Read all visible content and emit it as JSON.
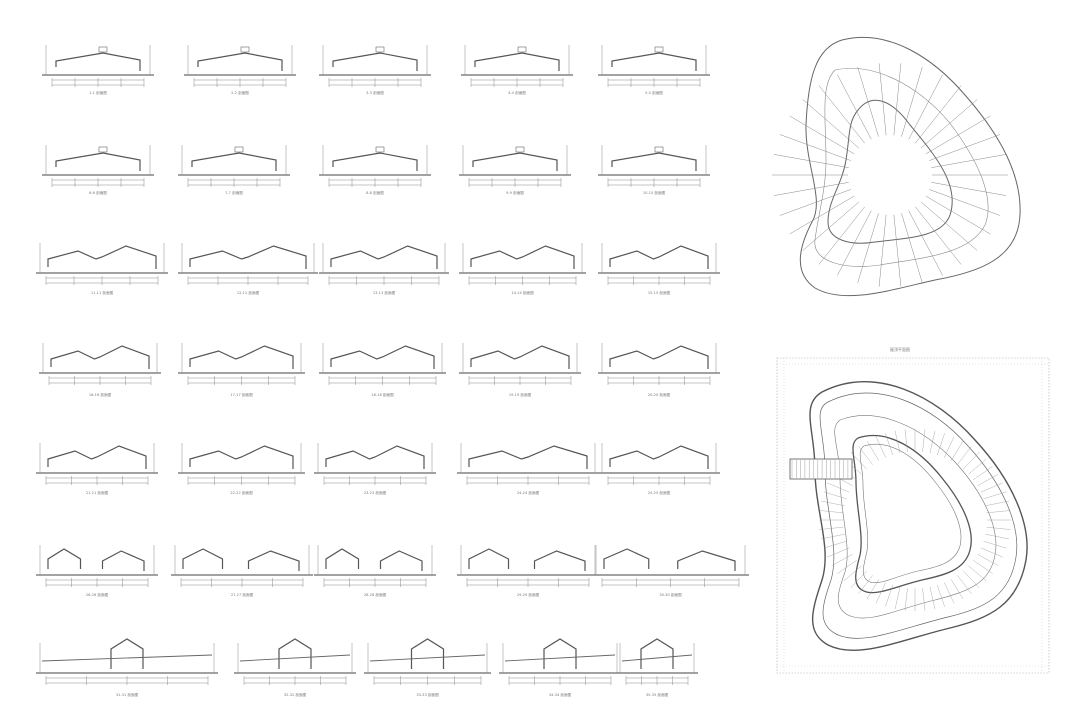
{
  "sheet": {
    "background": "#ffffff",
    "line_color": "#555555",
    "dim_color": "#8a8a8a"
  },
  "sections": [
    {
      "label": "1-1 剖面图"
    },
    {
      "label": "2-2 剖面图"
    },
    {
      "label": "3-3 剖面图"
    },
    {
      "label": "4-4 剖面图"
    },
    {
      "label": "5-5 剖面图"
    },
    {
      "label": "6-6 剖面图"
    },
    {
      "label": "7-7 剖面图"
    },
    {
      "label": "8-8 剖面图"
    },
    {
      "label": "9-9 剖面图"
    },
    {
      "label": "10-10 剖面图"
    },
    {
      "label": "11-11 剖面图"
    },
    {
      "label": "12-12 剖面图"
    },
    {
      "label": "13-13 剖面图"
    },
    {
      "label": "14-14 剖面图"
    },
    {
      "label": "15-15 剖面图"
    },
    {
      "label": "16-16 剖面图"
    },
    {
      "label": "17-17 剖面图"
    },
    {
      "label": "18-18 剖面图"
    },
    {
      "label": "19-19 剖面图"
    },
    {
      "label": "20-20 剖面图"
    },
    {
      "label": "21-21 剖面图"
    },
    {
      "label": "22-22 剖面图"
    },
    {
      "label": "23-23 剖面图"
    },
    {
      "label": "24-24 剖面图"
    },
    {
      "label": "25-25 剖面图"
    },
    {
      "label": "26-26 剖面图"
    },
    {
      "label": "27-27 剖面图"
    },
    {
      "label": "28-28 剖面图"
    },
    {
      "label": "29-29 剖面图"
    },
    {
      "label": "30-30 剖面图"
    },
    {
      "label": "31-31 剖面图"
    },
    {
      "label": "32-32 剖面图"
    },
    {
      "label": "33-33 剖面图"
    },
    {
      "label": "34-34 剖面图"
    },
    {
      "label": "35-35 剖面图"
    }
  ],
  "plans": {
    "roof_plan_title": "屋顶平面图"
  }
}
